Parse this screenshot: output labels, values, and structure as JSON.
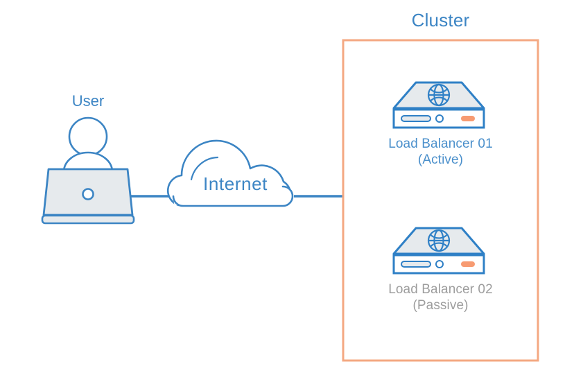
{
  "diagram": {
    "type": "network-architecture",
    "background": "#FFFFFF",
    "colors": {
      "line_blue": "#3C85C4",
      "fill_gray": "#E6EAED",
      "cluster_border": "#F4A882",
      "led_orange": "#F79B72",
      "text_blue": "#4A8FCB",
      "text_gray": "#9D9D9D"
    }
  },
  "user": {
    "label": "User",
    "icon": "user-laptop-icon"
  },
  "internet": {
    "label": "Internet",
    "icon": "cloud-icon"
  },
  "cluster": {
    "title": "Cluster",
    "nodes": [
      {
        "name": "Load Balancer 01",
        "state": "(Active)",
        "status": "active",
        "icon": "server-globe-icon"
      },
      {
        "name": "Load Balancer 02",
        "state": "(Passive)",
        "status": "passive",
        "icon": "server-globe-icon"
      }
    ]
  },
  "connections": [
    {
      "from": "user",
      "to": "internet"
    },
    {
      "from": "internet",
      "to": "cluster"
    }
  ]
}
